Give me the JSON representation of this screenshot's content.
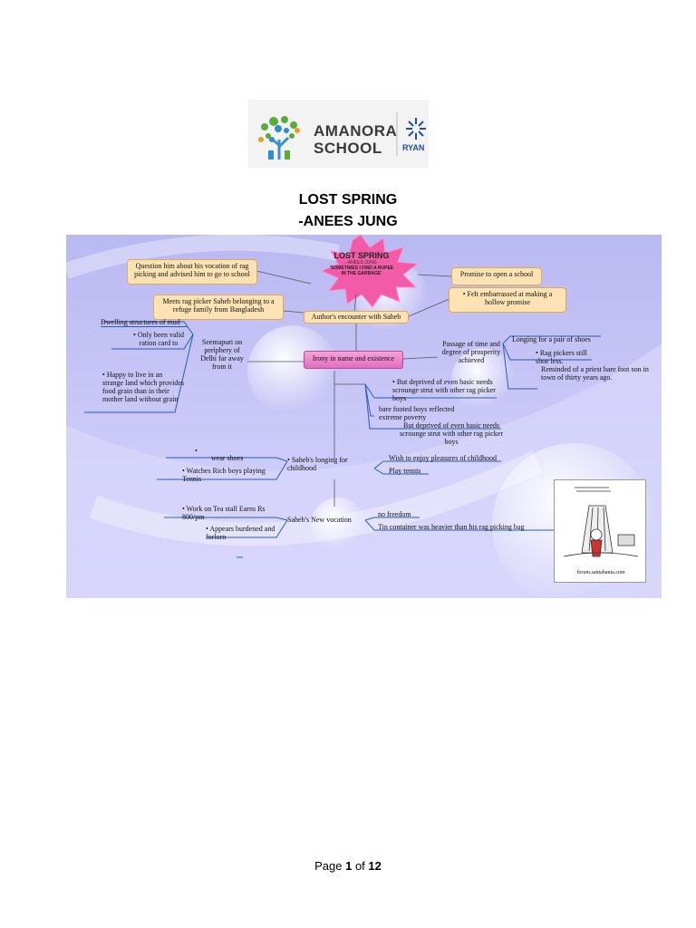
{
  "logo": {
    "line1": "AMANORA",
    "line2": "SCHOOL",
    "partner": "RYAN"
  },
  "title": {
    "line1": "LOST SPRING",
    "line2": "-ANEES JUNG"
  },
  "mindmap": {
    "star": {
      "title": "LOST SPRING",
      "author": "-ANEES JUNG",
      "quote_1": "'SOMETIMES I FIND A RUPEE",
      "quote_2": "IN THE GARBAGE'"
    },
    "question_box": "Question him about his vocation of rag picking and advised him to go to school",
    "meets_box": "Meets rag picker Saheb belonging to a refuge family from Bangladesh",
    "promise_box": "Promise to open a school",
    "embarrassed_box": "Felt embarrassed at making a hollow promise",
    "encounter_box": "Author's encounter with Saheb",
    "irony_box": "Irony in name and existence",
    "dwelling": "Dwelling structures of mud",
    "ration": "Only been valid ration card to",
    "seemapuri": "Seemapuri on periphery of Delhi far away from it",
    "happy": "Happy to live in an strange land which provides food grain than in their mother land without grain",
    "passage": "Passage of time and degree of prosperity achieved",
    "longing_shoes": "Longing for a pair of shoes",
    "rag_pickers_shoeless": "Rag pickers still shoe less.",
    "reminded": "Reminded of a priest bare foot son in town of thirty years ago.",
    "deprived_1": "But deprived of even basic needs scrounge strut with other rag picker boys",
    "barefooted": "bare footed boys reflected extreme poverty",
    "deprived_2": "But deprived of even basic needs scrounge strut with other rag picker boys",
    "wear_shoes": "wear shoes",
    "watches_rich": "Watches Rich boys playing Tennis",
    "sahebs_longing": "Saheb's longing for childhood",
    "enjoy_childhood": "Wish to enjoy pleasures of childhood",
    "play_tennis": "Play tennis",
    "tea_stall": "Work on Tea stall Earns Rs 800/pm",
    "burdened": "Appears burdened and forlorn",
    "new_vocation": "Saheb's New vocation",
    "no_freedom": "no freedom",
    "tin_container": "Tin container was heavier than his rag picking bag",
    "cartoon_caption": "forum.santabanta.com"
  },
  "footer": {
    "prefix": "Page ",
    "current": "1",
    "middle": " of ",
    "total": "12"
  },
  "colors": {
    "map_background": "#c3c1f5",
    "box_orange": "#fde3b4",
    "box_pink": "#e36cc0",
    "star": "#f25ba8",
    "underline": "#2a5db0"
  }
}
